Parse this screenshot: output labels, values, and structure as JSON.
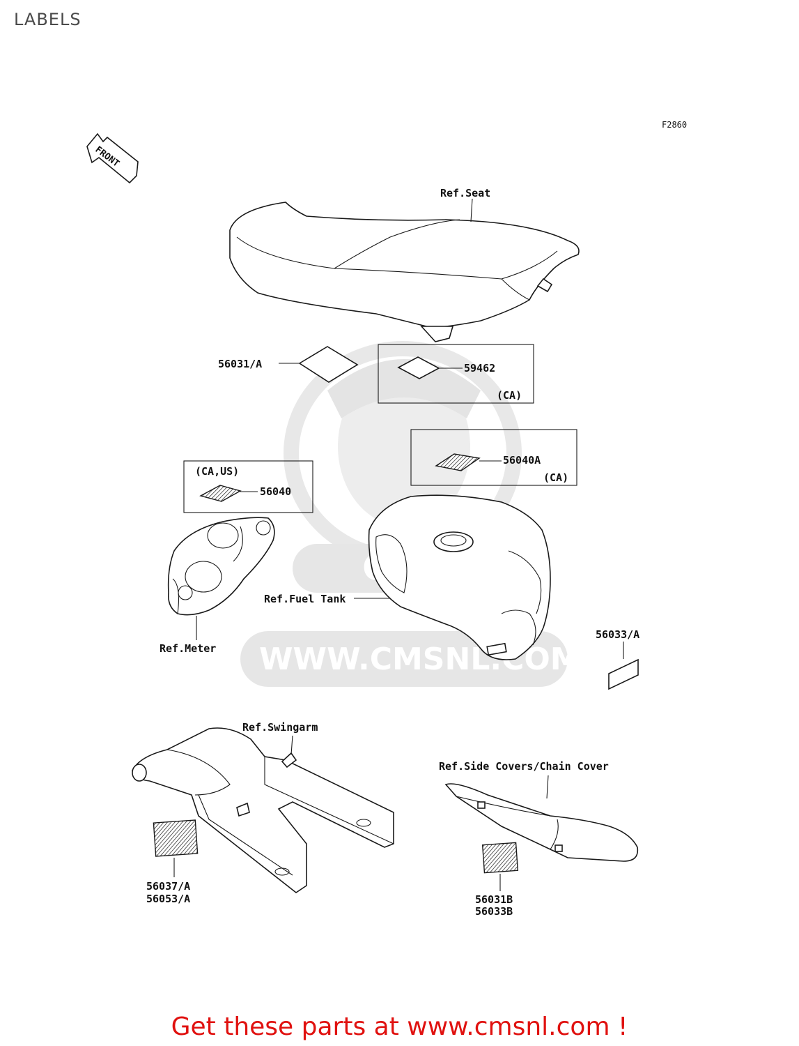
{
  "page": {
    "title": "LABELS",
    "figure_code": "F2860",
    "footer_cta": "Get these parts at www.cmsnl.com !"
  },
  "orientation": {
    "front_label": "FRONT"
  },
  "watermark": {
    "text": "WWW.CMSNL.COM",
    "logo": "CMS"
  },
  "references": {
    "seat": "Ref.Seat",
    "meter": "Ref.Meter",
    "fuel_tank": "Ref.Fuel Tank",
    "swingarm": "Ref.Swingarm",
    "side_covers": "Ref.Side Covers/Chain Cover"
  },
  "callouts": {
    "label_56031a": "56031/A",
    "label_59462": "59462",
    "label_59462_region": "(CA)",
    "label_56040_region": "(CA,US)",
    "label_56040": "56040",
    "label_56040a": "56040A",
    "label_56040a_region": "(CA)",
    "label_56033a": "56033/A",
    "label_56037a": "56037/A",
    "label_56053a": "56053/A",
    "label_56031b": "56031B",
    "label_56033b": "56033B"
  },
  "colors": {
    "line": "#1a1a1a",
    "watermark": "#e4e4e4",
    "cta": "#e0110f"
  }
}
